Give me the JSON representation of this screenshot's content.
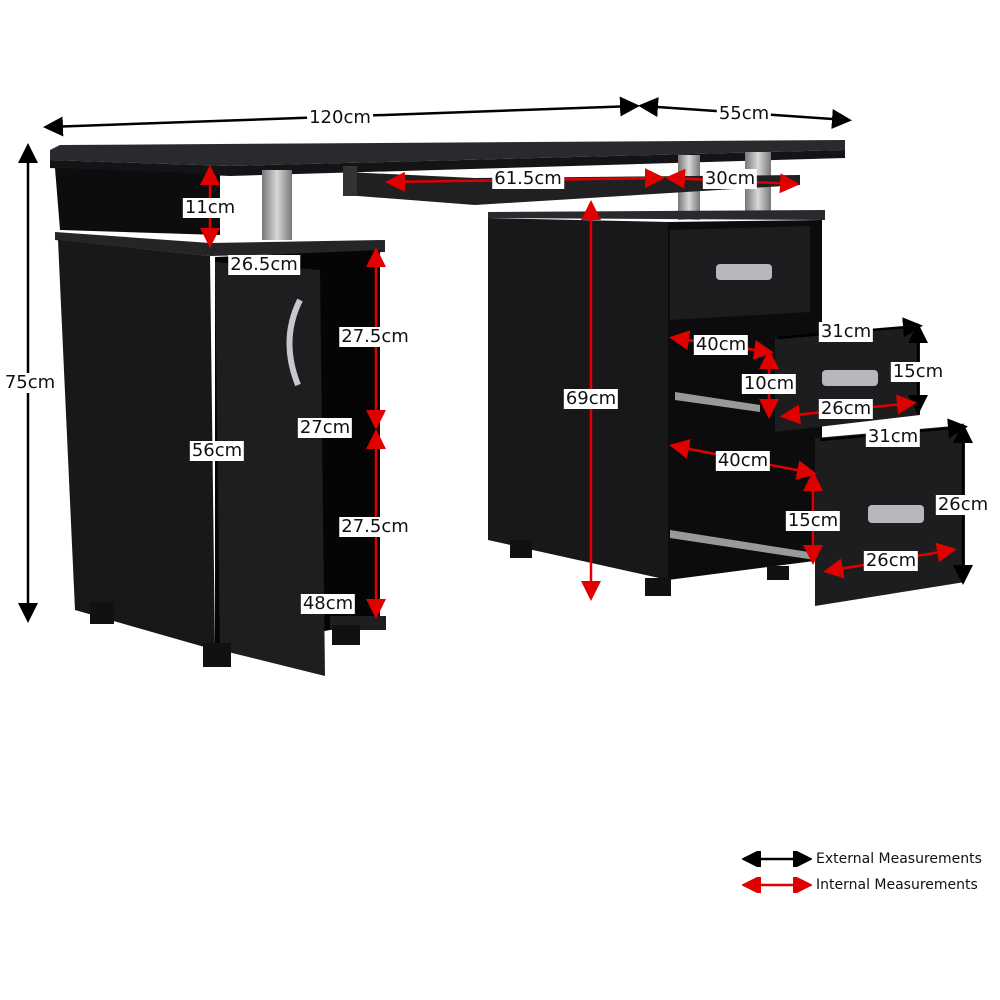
{
  "external_labels": {
    "desk_width": "120cm",
    "desk_depth": "55cm",
    "desk_height": "75cm",
    "drawer2_width": "31cm",
    "drawer2_height": "15cm",
    "drawer3_width": "31cm",
    "drawer3_height": "26cm"
  },
  "internal_labels": {
    "top_shelf_gap": "11cm",
    "cabinet_depth": "26.5cm",
    "cabinet_upper_shelf": "27.5cm",
    "cabinet_width": "27cm",
    "cabinet_height": "56cm",
    "cabinet_lower_shelf": "27.5cm",
    "cabinet_inner_depth": "48cm",
    "keyboard_tray_width": "61.5cm",
    "keyboard_tray_depth": "30cm",
    "legroom_height": "69cm",
    "drawer2_depth": "40cm",
    "drawer2_inner_height": "10cm",
    "drawer2_inner_width": "26cm",
    "drawer3_depth": "40cm",
    "drawer3_inner_height": "15cm",
    "drawer3_inner_width": "26cm"
  },
  "legend": {
    "external": {
      "label": "External Measurements",
      "color": "#000000"
    },
    "internal": {
      "label": "Internal Measurements",
      "color": "#e00000"
    }
  },
  "colors": {
    "furniture": "#1c1c1f",
    "metal": "#a9a9ad"
  }
}
